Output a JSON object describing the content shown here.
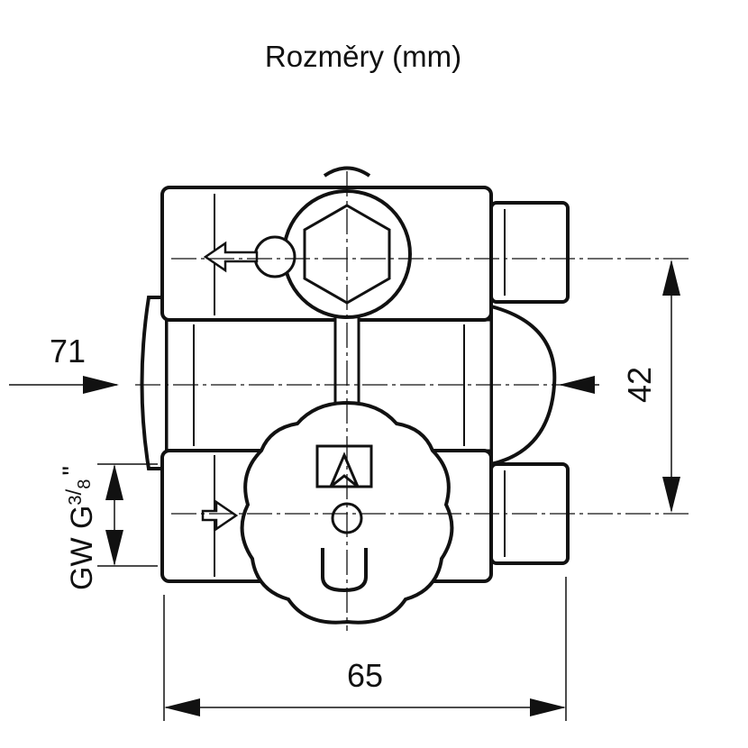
{
  "title": "Rozměry (mm)",
  "dimensions": {
    "width": "65",
    "port_spacing": "42",
    "depth": "71",
    "thread_prefix": "GW G",
    "thread_fraction_num": "3",
    "thread_fraction_den": "8",
    "thread_suffix": "\""
  },
  "symbols": {
    "top": "A",
    "bottom": "U"
  },
  "colors": {
    "line": "#111111",
    "background": "#ffffff"
  }
}
